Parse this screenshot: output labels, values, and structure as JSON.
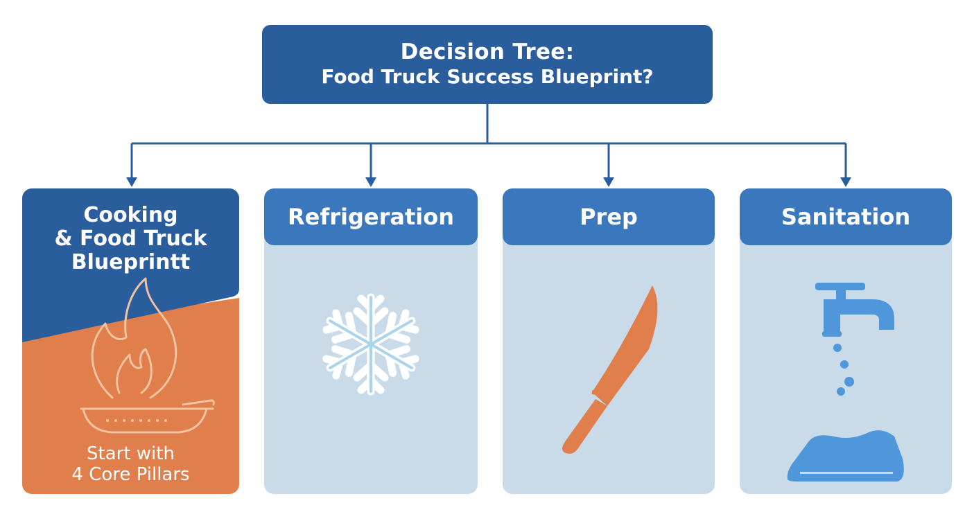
{
  "root": {
    "line1": "Decision Tree:",
    "line2": "Food Truck Success Blueprint?"
  },
  "branches": [
    {
      "title_lines": [
        "Cooking",
        "& Food Truck",
        "Blueprintt"
      ],
      "subtitle_lines": [
        "Start with",
        "4 Core Pillars"
      ],
      "icon": "flame-pan-icon"
    },
    {
      "title": "Refrigeration",
      "icon": "snowflake-icon"
    },
    {
      "title": "Prep",
      "icon": "knife-icon"
    },
    {
      "title": "Sanitation",
      "icon": "faucet-basin-icon"
    }
  ],
  "colors": {
    "dark_blue": "#2a5d9c",
    "header_blue": "#3a77bd",
    "card_bg": "#c9dbe8",
    "orange": "#e07f4c",
    "icon_blue": "#4f97da"
  }
}
